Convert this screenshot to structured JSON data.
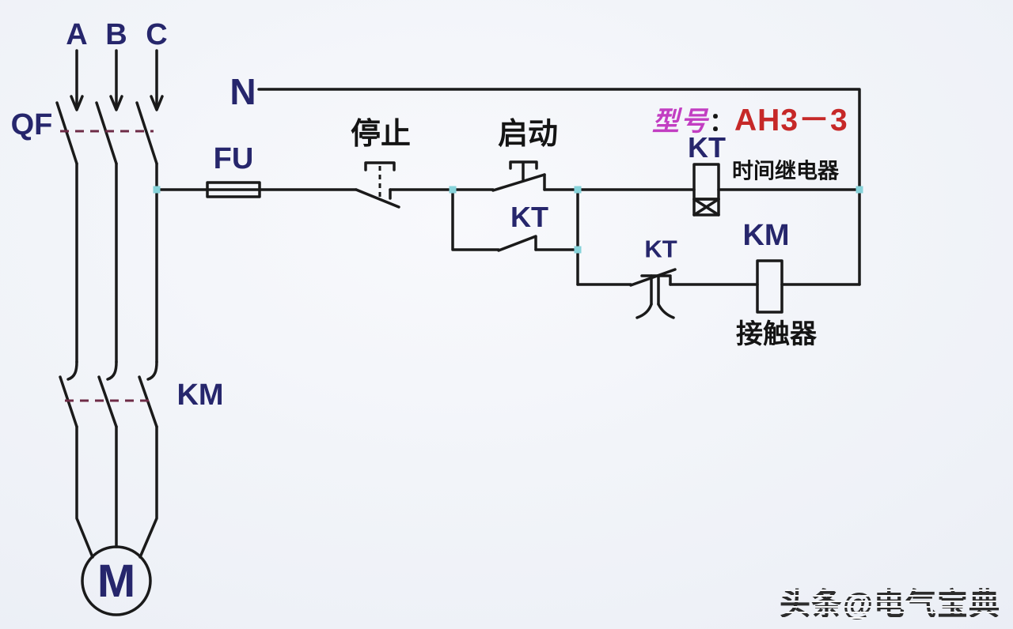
{
  "diagram": {
    "labels": {
      "phase_a": "A",
      "phase_b": "B",
      "phase_c": "C",
      "neutral": "N",
      "breaker": "QF",
      "fuse": "FU",
      "stop": "停止",
      "start": "启动",
      "kt_seal": "KT",
      "kt_coil": "KT",
      "kt_delay": "KT",
      "km_coil": "KM",
      "km_contacts": "KM",
      "motor": "M",
      "time_relay_caption": "时间继电器",
      "contactor_caption": "接触器"
    },
    "model": {
      "prefix": "型号",
      "separator": "：",
      "value": "AH3－3"
    },
    "watermark": "头条@电气宝典",
    "colors": {
      "wire": "#1a1a1a",
      "component_label": "#26266c",
      "chinese_text": "#141414",
      "model_prefix": "#c23ec2",
      "model_value": "#c62828",
      "junction": "#87d3da",
      "linkage_dash": "#6e2b46",
      "background": "#eef1f7"
    }
  }
}
